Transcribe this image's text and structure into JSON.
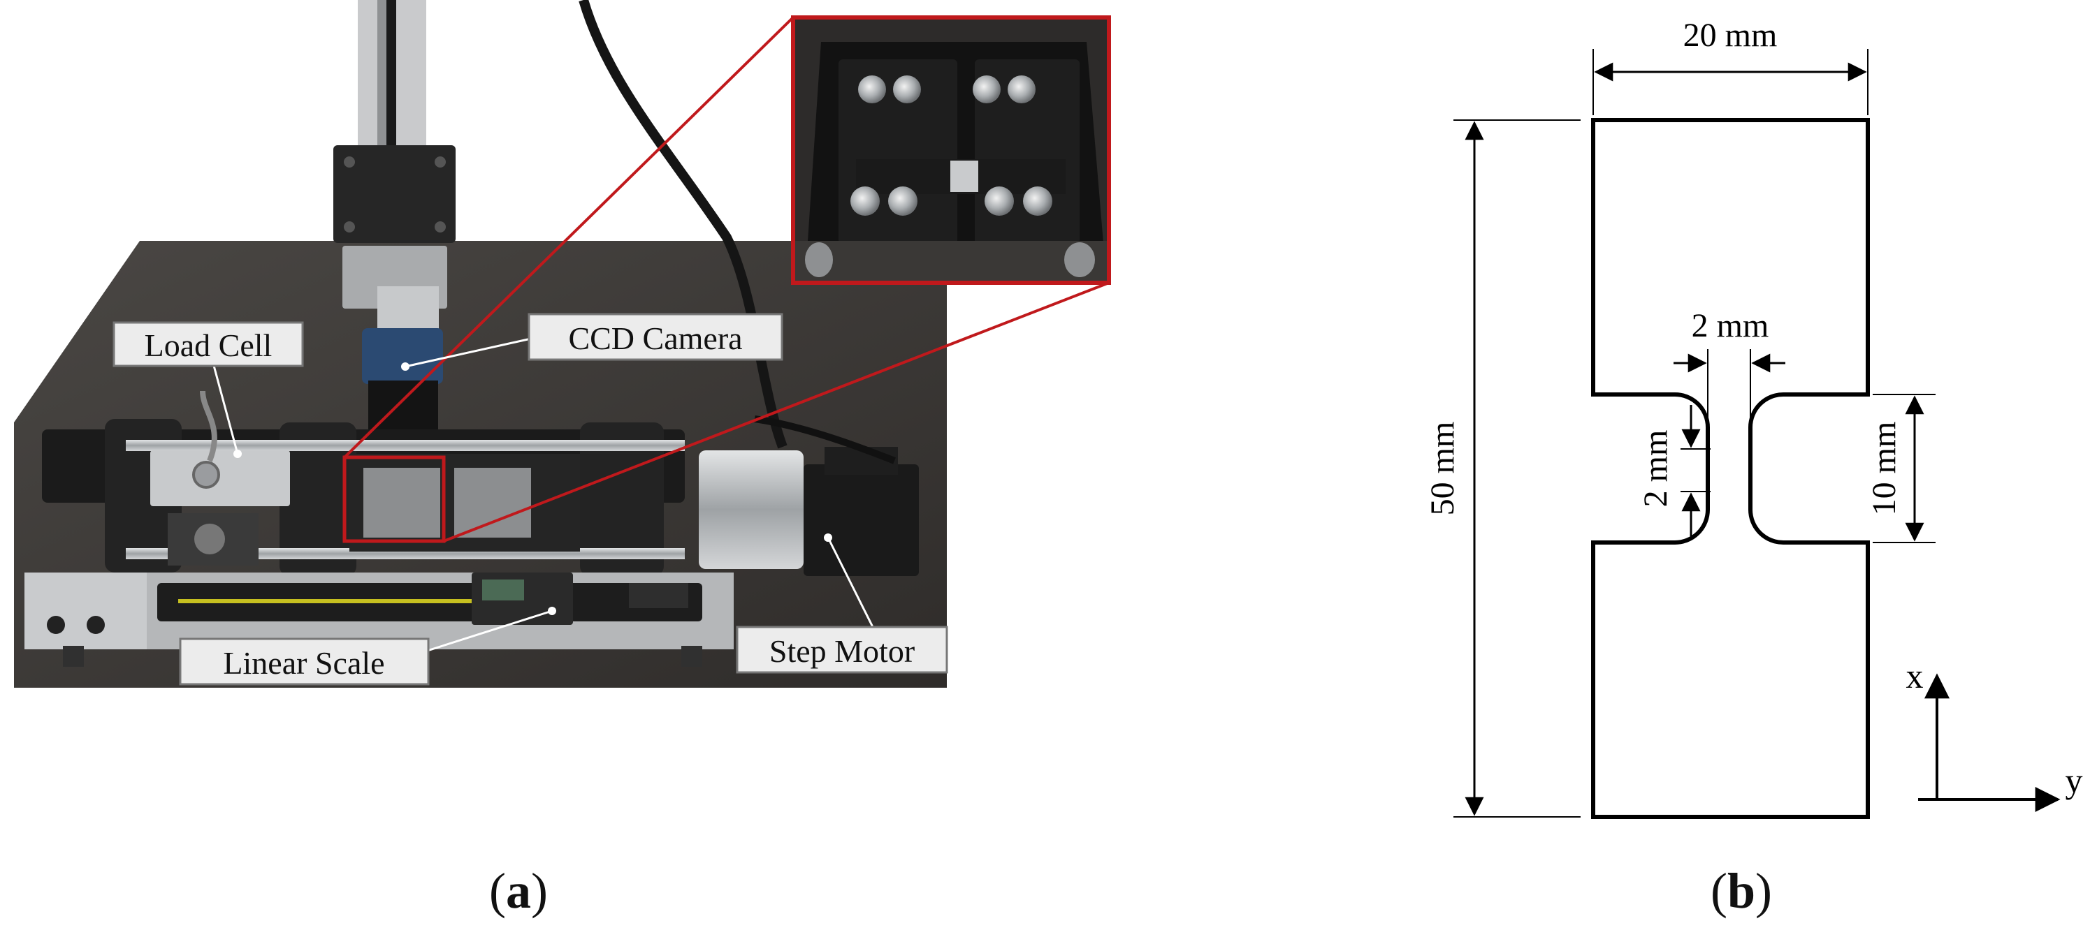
{
  "panel_a": {
    "label_open": "(",
    "label_letter": "a",
    "label_close": ")",
    "callouts": {
      "load_cell": "Load Cell",
      "ccd_camera": "CCD Camera",
      "linear_scale": "Linear Scale",
      "step_motor": "Step Motor"
    }
  },
  "panel_b": {
    "label_open": "(",
    "label_letter": "b",
    "label_close": ")",
    "dimensions": {
      "width_top": "20 mm",
      "total_height": "50 mm",
      "notch_gap": "2 mm",
      "notch_radius": "2 mm",
      "notch_height": "10 mm"
    },
    "axes": {
      "x": "x",
      "y": "y"
    }
  },
  "colors": {
    "highlight_box": "#c0191c",
    "bench": "#3d3a38",
    "metal": "#b9bcbe",
    "carriage": "#1f1f21",
    "line": "#000000"
  }
}
